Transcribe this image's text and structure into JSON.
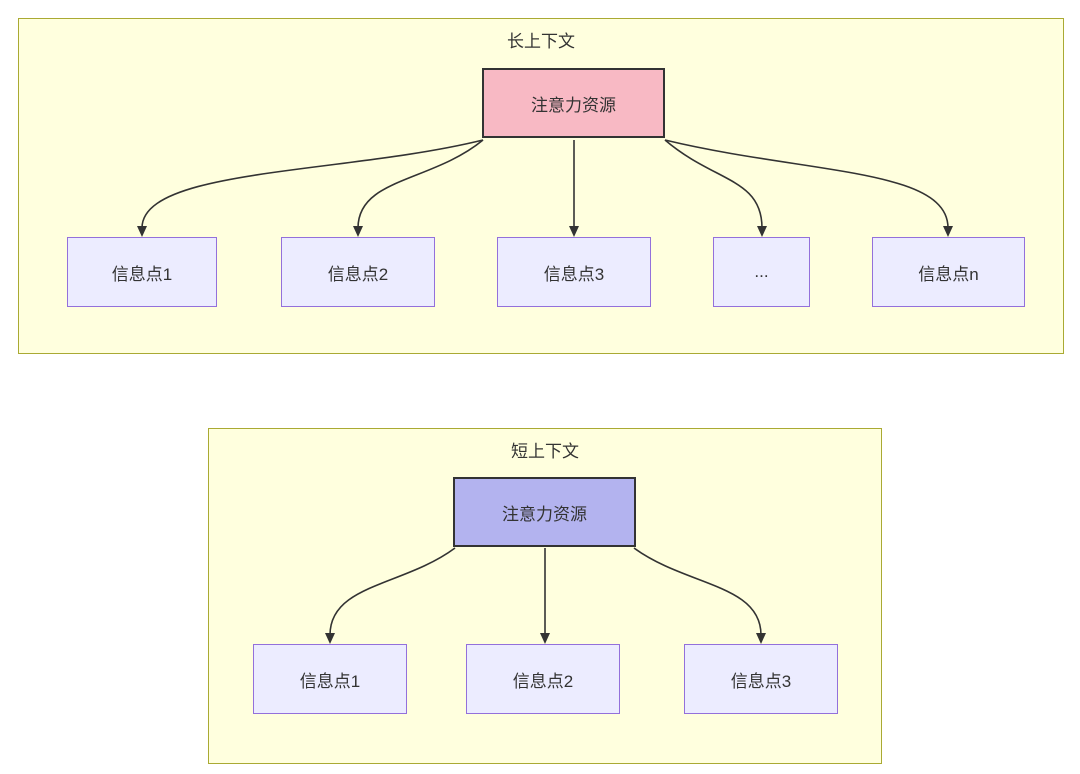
{
  "diagrams": {
    "long_context": {
      "title": "长上下文",
      "attention_label": "注意力资源",
      "attention_fill": "#f8b9c4",
      "info_points": [
        {
          "label": "信息点1"
        },
        {
          "label": "信息点2"
        },
        {
          "label": "信息点3"
        },
        {
          "label": "..."
        },
        {
          "label": "信息点n"
        }
      ]
    },
    "short_context": {
      "title": "短上下文",
      "attention_label": "注意力资源",
      "attention_fill": "#b3b3ef",
      "info_points": [
        {
          "label": "信息点1"
        },
        {
          "label": "信息点2"
        },
        {
          "label": "信息点3"
        }
      ]
    }
  },
  "colors": {
    "container_fill": "#ffffde",
    "container_border": "#aaaa33",
    "info_fill": "#ececff",
    "info_border": "#9370db",
    "attention_border": "#333333",
    "edge": "#333333",
    "text": "#333333",
    "page_background": "#ffffff"
  }
}
